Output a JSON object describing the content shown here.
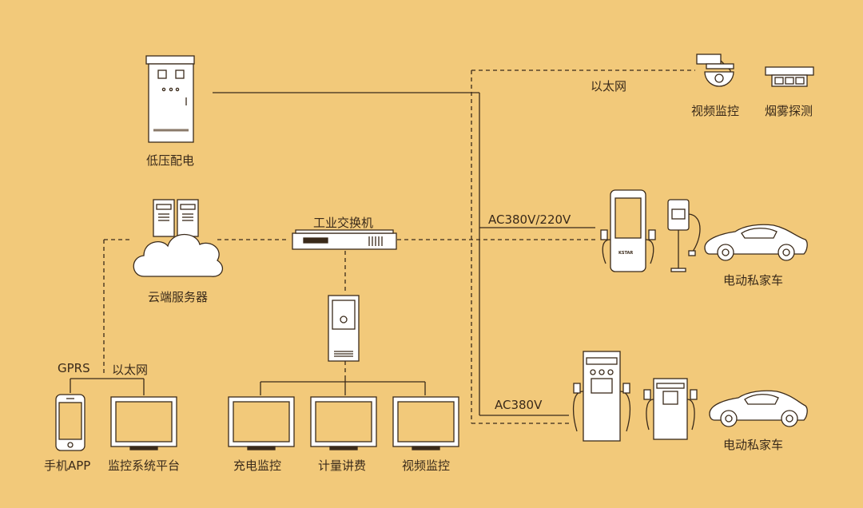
{
  "labels": {
    "low_voltage": "低压配电",
    "cloud_server": "云端服务器",
    "switch": "工业交换机",
    "ethernet_top": "以太网",
    "video_cam": "视频监控",
    "smoke": "烟雾探测",
    "ac_380_220": "AC380V/220V",
    "ac_380": "AC380V",
    "ev_car_1": "电动私家车",
    "ev_car_2": "电动私家车",
    "gprs": "GPRS",
    "ethernet_left": "以太网",
    "mobile_app": "手机APP",
    "monitor_platform": "监控系统平台",
    "charge_monitor": "充电监控",
    "metering": "计量讲费",
    "video_monitor": "视频监控"
  },
  "charger_brand": "KSTAR",
  "colors": {
    "background": "#F2C97A",
    "stroke": "#3a2a1a",
    "device_fill": "#FFFFFF",
    "screen_fill": "#F2C97A"
  }
}
